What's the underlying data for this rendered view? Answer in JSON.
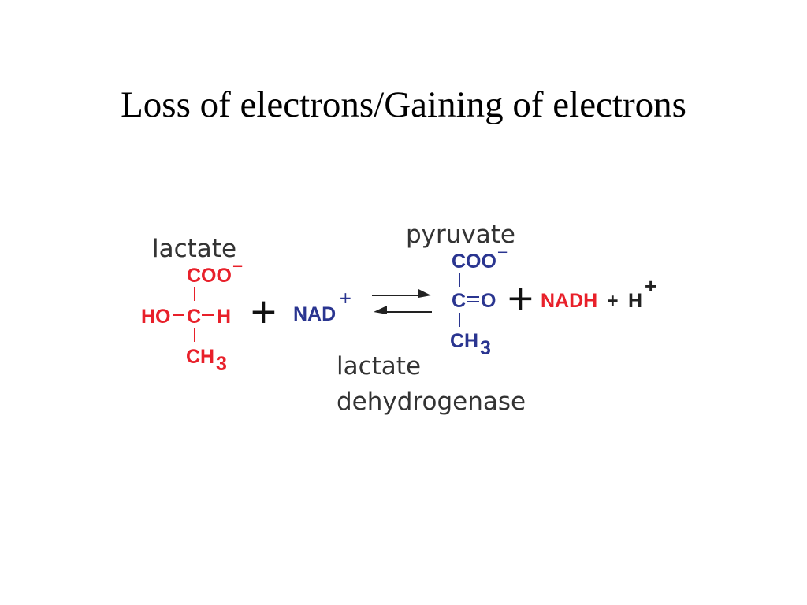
{
  "slide": {
    "title": "Loss of electrons/Gaining of electrons"
  },
  "colors": {
    "reduced": "#e8202a",
    "oxidized": "#2a3590",
    "text": "#333333"
  },
  "reaction": {
    "lactate": {
      "name": "lactate",
      "top_group": "COO",
      "top_charge": "−",
      "left_group": "HO",
      "center_atom": "C",
      "right_group": "H",
      "bottom_group": "CH",
      "bottom_subscript": "3"
    },
    "plus_sign": "+",
    "nad": {
      "label": "NAD",
      "charge": "+"
    },
    "pyruvate": {
      "name": "pyruvate",
      "top_group": "COO",
      "top_charge": "−",
      "center_atom": "C",
      "right_group": "O",
      "bottom_group": "CH",
      "bottom_subscript": "3"
    },
    "nadh": {
      "label": "NADH"
    },
    "proton": {
      "plus": "+",
      "label": "H",
      "charge": "+"
    },
    "enzyme": {
      "line1": "lactate",
      "line2": "dehydrogenase"
    }
  }
}
